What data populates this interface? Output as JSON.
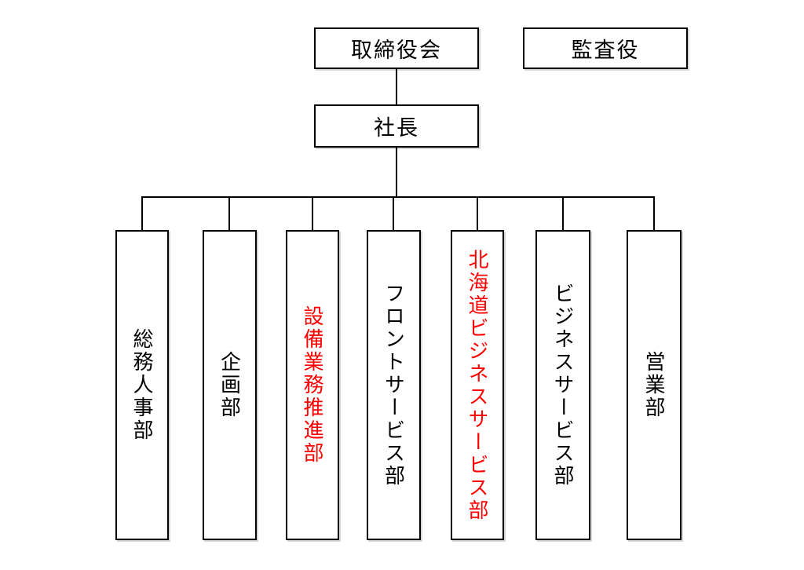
{
  "org_chart": {
    "type": "organization-chart",
    "top_row": {
      "board": {
        "label": "取締役会",
        "text_color": "#000000"
      },
      "auditor": {
        "label": "監査役",
        "text_color": "#000000"
      }
    },
    "president": {
      "label": "社長",
      "text_color": "#000000"
    },
    "departments": [
      {
        "label": "総務人事部",
        "text_color": "#000000"
      },
      {
        "label": "企画部",
        "text_color": "#000000"
      },
      {
        "label": "設備業務推進部",
        "text_color": "#ff0000"
      },
      {
        "label": "フロントサービス部",
        "text_color": "#000000"
      },
      {
        "label": "北海道ビジネスサービス部",
        "text_color": "#ff0000"
      },
      {
        "label": "ビジネスサービス部",
        "text_color": "#000000"
      },
      {
        "label": "営業部",
        "text_color": "#000000"
      }
    ],
    "colors": {
      "line": "#000000",
      "box_border": "#000000",
      "background": "#ffffff",
      "highlight_text": "#ff0000",
      "normal_text": "#000000"
    }
  }
}
